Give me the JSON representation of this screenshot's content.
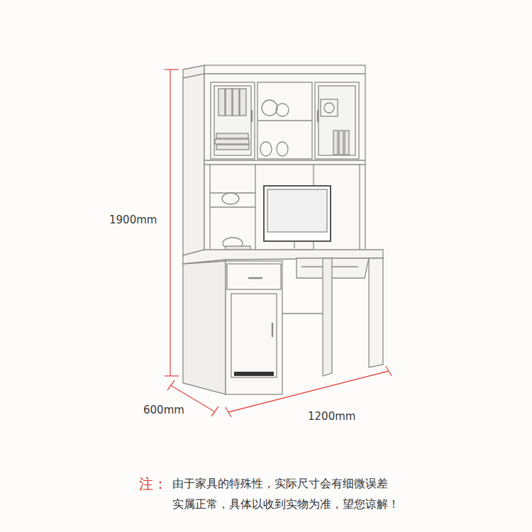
{
  "diagram": {
    "labels": [
      "1900mm",
      "600mm",
      "1200mm",
      "注：",
      "由于家具的特殊性，实际尺寸会有细微误差",
      "实属正常，具体以收到实物为准，望您谅解！"
    ]
  }
}
